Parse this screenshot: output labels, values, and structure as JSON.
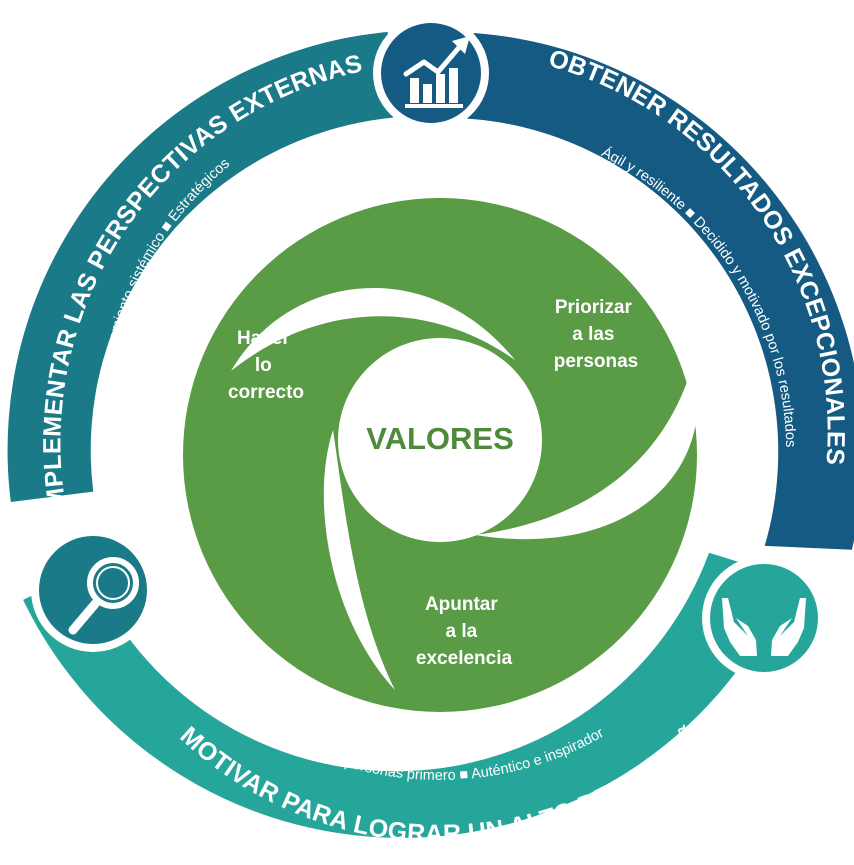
{
  "colors": {
    "teal_top": "#1a7a88",
    "navy": "#155a82",
    "teal_bottom": "#26a69a",
    "icon_left": "#1a7a88",
    "green": "#5a9b45",
    "center_text": "#4e8a3b"
  },
  "center": {
    "title": "VALORES"
  },
  "petals": [
    {
      "lines": [
        "Hacer",
        "lo",
        "correcto"
      ]
    },
    {
      "lines": [
        "Priorizar",
        "a las",
        "personas"
      ]
    },
    {
      "lines": [
        "Apuntar",
        "a la",
        "excelencia"
      ]
    }
  ],
  "ring": {
    "left": {
      "title": "IMPLEMENTAR LAS PERSPECTIVAS EXTERNAS",
      "sub": "Pensamiento sistémico ■ Estratégicos"
    },
    "right": {
      "title": "OBTENER RESULTADOS EXCEPCIONALES",
      "sub": "Ágil y resiliente ■ Decidido y motivado por los resultados"
    },
    "bottom": {
      "title": "MOTIVAR PARA LOGRAR UN ALTO DESEMPEÑO",
      "sub": "Las personas primero ■ Auténtico e inspirador"
    }
  },
  "icons": {
    "top": "growth-chart-icon",
    "left": "magnifying-glass-icon",
    "right": "caring-hands-icon"
  }
}
